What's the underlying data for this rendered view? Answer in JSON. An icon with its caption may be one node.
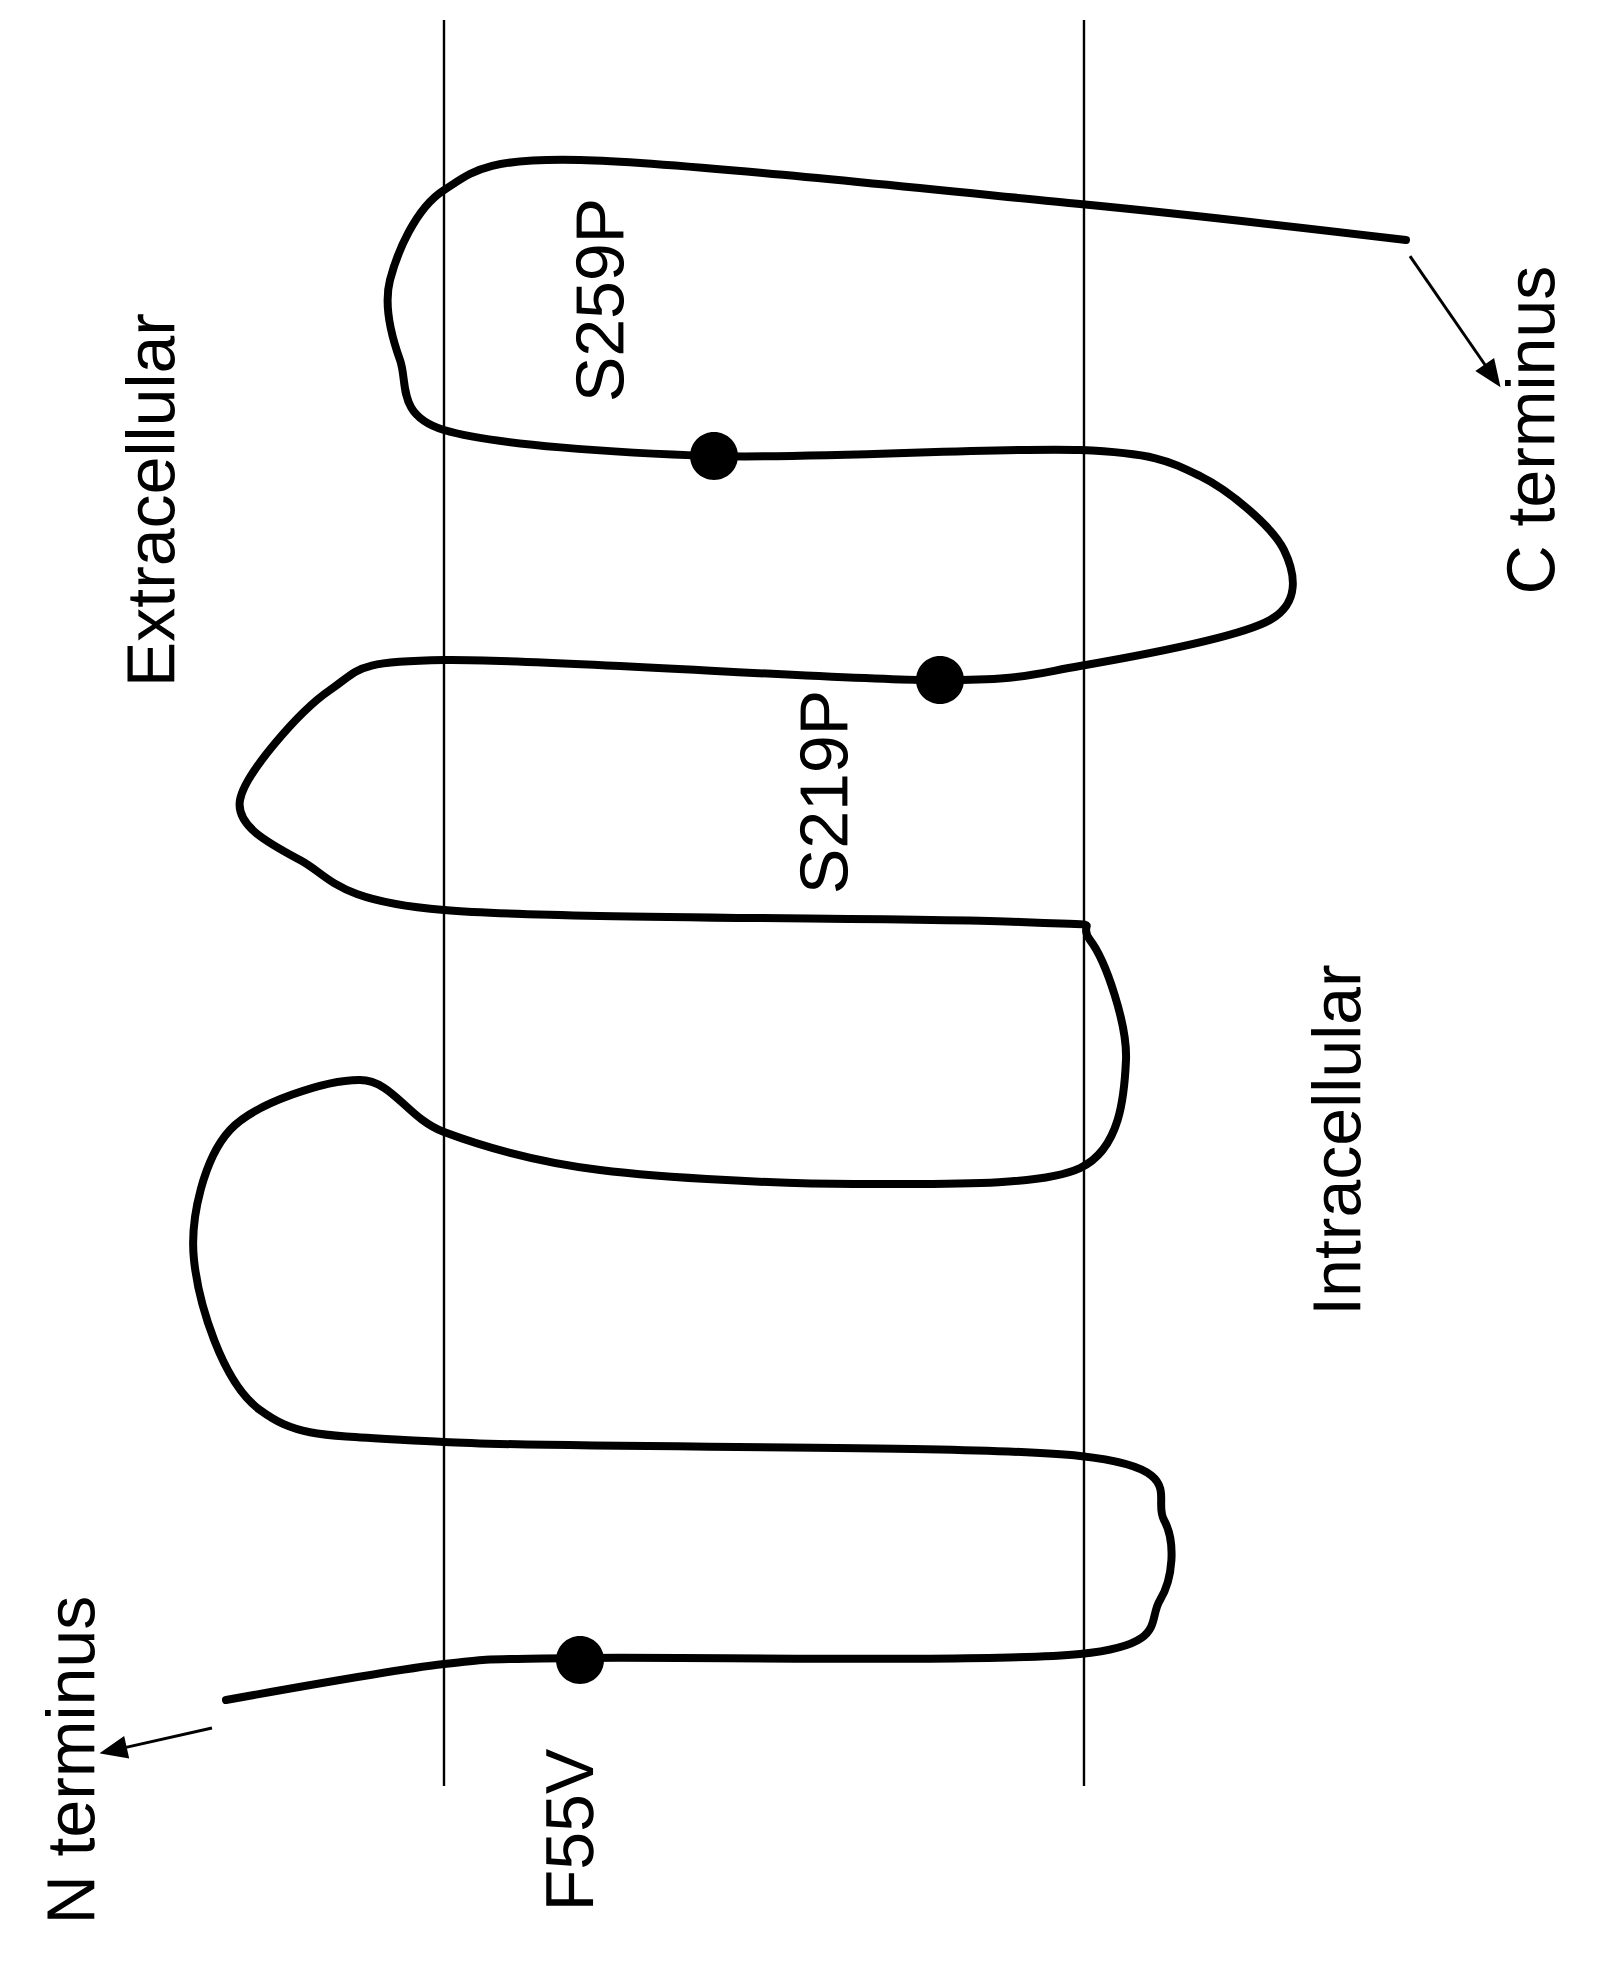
{
  "diagram": {
    "nodes": [
      {
        "text": [
          "N terminus"
        ]
      },
      {
        "text": [
          "C terminus"
        ]
      },
      {
        "text": [],
        "shape": "circle",
        "beside": [
          "F55V"
        ]
      },
      {
        "text": [],
        "shape": "circle",
        "beside": [
          "S219P"
        ]
      },
      {
        "text": [],
        "shape": "circle",
        "beside": [
          "S259P"
        ]
      }
    ],
    "edges": [
      {
        "from": null,
        "to": 0,
        "arrow": "to"
      },
      {
        "from": null,
        "to": 1,
        "arrow": "to"
      }
    ],
    "labels": [
      "Extracellular",
      "Intracellular"
    ]
  }
}
